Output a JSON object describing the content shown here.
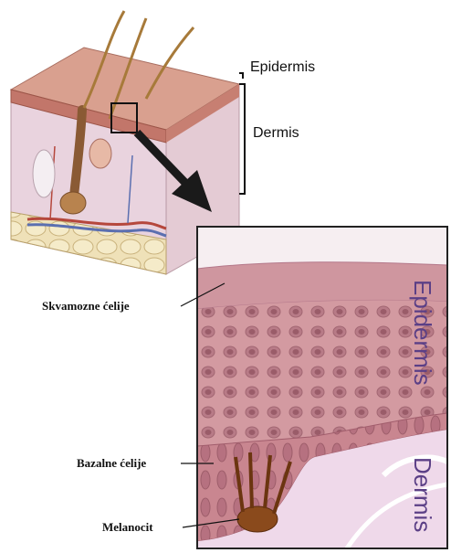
{
  "labels": {
    "epidermis_top": "Epidermis",
    "dermis_top": "Dermis",
    "squamous": "Skvamozne ćelije",
    "basal": "Bazalne ćelije",
    "melanocyte": "Melanocit",
    "inset_epidermis": "Epidermis",
    "inset_dermis": "Dermis"
  },
  "colors": {
    "skin_surface": "#c98a7a",
    "epidermis_inset": "#c88f97",
    "dermis_inset": "#efd9ea",
    "fat": "#efe1b8",
    "vertical_label": "#5b3f86",
    "arrow": "#1a1a1a"
  }
}
